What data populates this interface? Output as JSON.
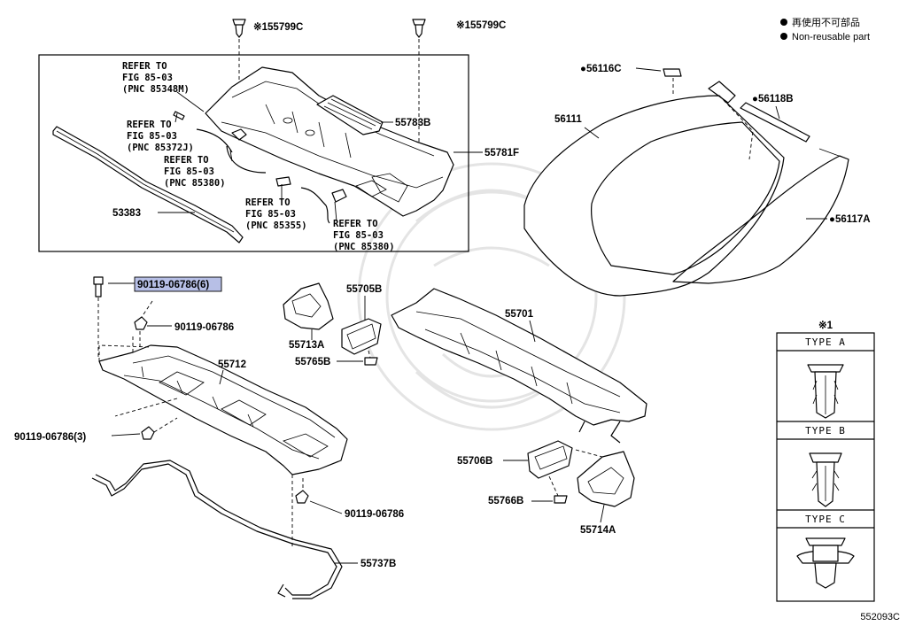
{
  "legend": {
    "line1": "再使用不可部品",
    "line2": "Non-reusable part"
  },
  "clips": {
    "left": "※155799C",
    "right": "※155799C"
  },
  "refs": {
    "r1": [
      "REFER TO",
      "FIG 85-03",
      "(PNC 85348M)"
    ],
    "r2": [
      "REFER TO",
      "FIG 85-03",
      "(PNC 85372J)"
    ],
    "r3": [
      "REFER TO",
      "FIG 85-03",
      "(PNC 85380)"
    ],
    "r4": [
      "REFER TO",
      "FIG 85-03",
      "(PNC 85355)"
    ],
    "r5": [
      "REFER TO",
      "FIG 85-03",
      "(PNC 85380)"
    ]
  },
  "parts": {
    "p55783B": "55783B",
    "p55781F": "55781F",
    "p53383": "53383",
    "p56116C": "●56116C",
    "p56111": "56111",
    "p56118B": "●56118B",
    "p56117A": "●56117A",
    "p90119_06786_6": "90119-06786(6)",
    "p90119_06786_a": "90119-06786",
    "p55712": "55712",
    "p90119_06786_3": "90119-06786(3)",
    "p90119_06786_b": "90119-06786",
    "p55737B": "55737B",
    "p55705B": "55705B",
    "p55713A": "55713A",
    "p55765B": "55765B",
    "p55701": "55701",
    "p55706B": "55706B",
    "p55766B": "55766B",
    "p55714A": "55714A"
  },
  "types_box": {
    "title": "※1",
    "a": "TYPE  A",
    "b": "TYPE  B",
    "c": "TYPE  C"
  },
  "diagram_code": "552093C"
}
